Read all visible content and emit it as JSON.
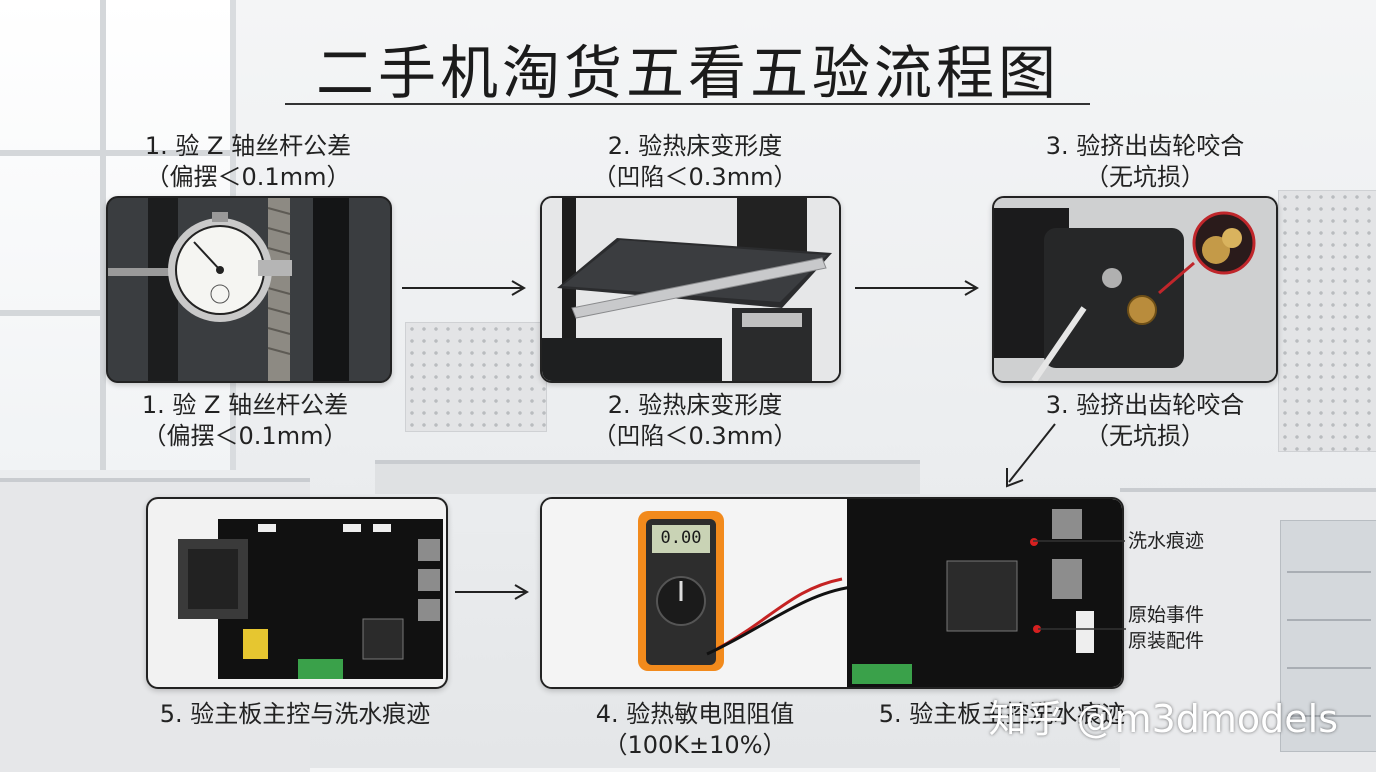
{
  "title": "二手机淘货五看五验流程图",
  "steps_top": [
    {
      "line1": "1. 验 Z 轴丝杆公差",
      "line2": "（偏摆＜0.1mm）"
    },
    {
      "line1": "2. 验热床变形度",
      "line2": "（凹陷＜0.3mm）"
    },
    {
      "line1": "3. 验挤出齿轮咬合",
      "line2": "（无坑损）"
    }
  ],
  "steps_bottom_of_panels": [
    {
      "line1": "1. 验 Z 轴丝杆公差",
      "line2": "（偏摆＜0.1mm）"
    },
    {
      "line1": "2. 验热床变形度",
      "line2": "（凹陷＜0.3mm）"
    },
    {
      "line1": "3. 验挤出齿轮咬合",
      "line2": "（无坑损）"
    }
  ],
  "steps_lower": [
    {
      "line1": "5. 验主板主控与洗水痕迹"
    },
    {
      "line1": "4. 验热敏电阻阻值",
      "line2": "（100K±10%）"
    },
    {
      "line1": "5. 验主板主控洗水痕迹"
    }
  ],
  "callouts": {
    "wash": "洗水痕迹",
    "orig1": "原始事件",
    "orig2": "原装配件"
  },
  "multimeter_display": "0.00",
  "watermark": "知乎 @m3dmodels"
}
